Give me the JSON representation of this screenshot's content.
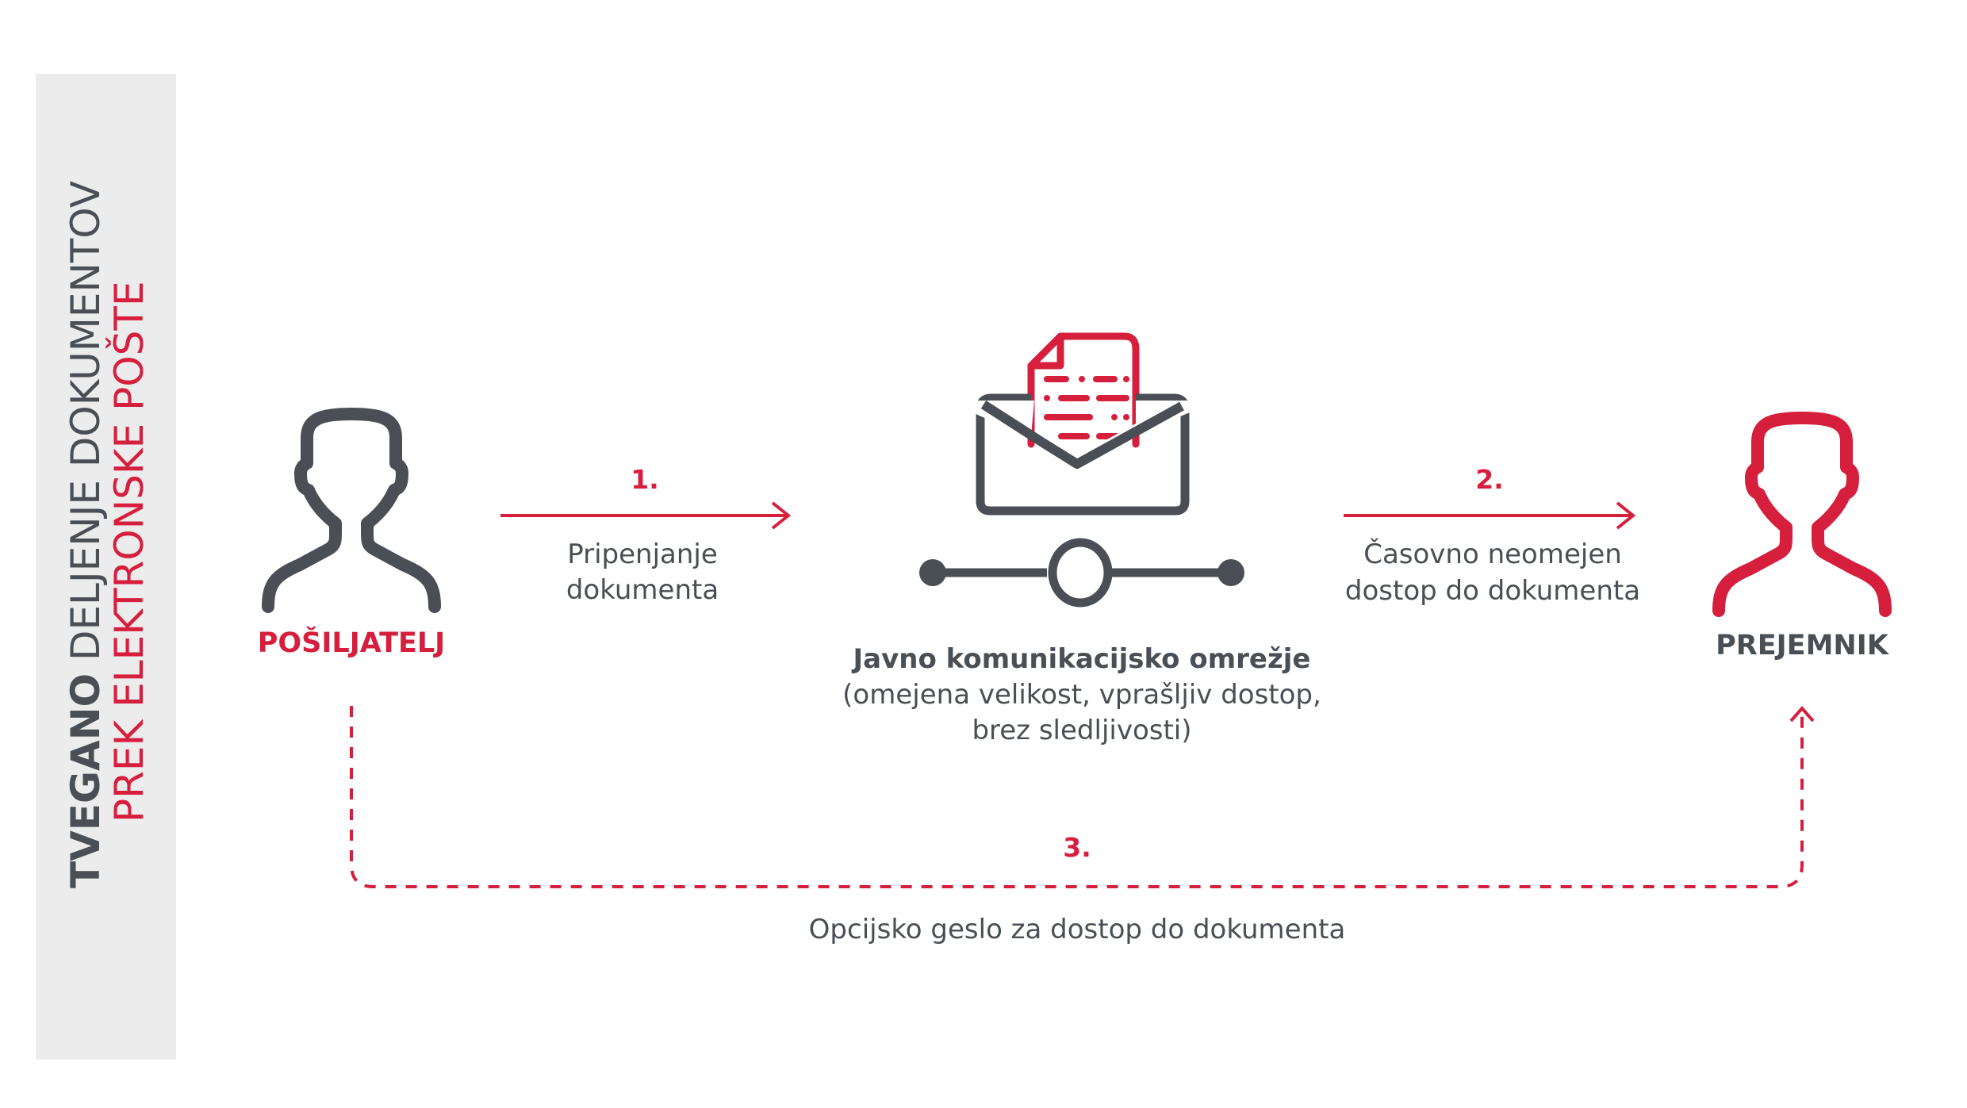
{
  "sidebar": {
    "title_bold": "TVEGANO",
    "title_rest": " DELJENJE DOKUMENTOV",
    "subtitle": "PREK ELEKTRONSKE POŠTE"
  },
  "sender": {
    "label": "POŠILJATELJ"
  },
  "receiver": {
    "label": "PREJEMNIK"
  },
  "step1": {
    "number": "1.",
    "line1": "Pripenjanje",
    "line2": "dokumenta"
  },
  "step2": {
    "number": "2.",
    "line1": "Časovno neomejen",
    "line2": "dostop do dokumenta"
  },
  "step3": {
    "number": "3.",
    "text": "Opcijsko geslo za dostop do dokumenta"
  },
  "network": {
    "title": "Javno komunikacijsko omrežje",
    "line2": "(omejena velikost, vprašljiv dostop,",
    "line3": "brez sledljivosti)"
  },
  "colors": {
    "red": "#d51f3d",
    "gray": "#4a4f55",
    "panel": "#ececec"
  }
}
